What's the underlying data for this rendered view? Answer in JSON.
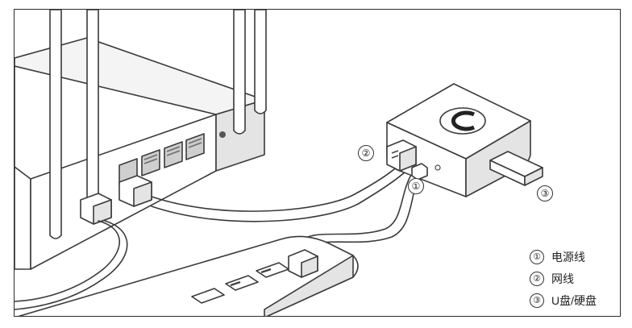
{
  "callouts": [
    {
      "num": "①"
    },
    {
      "num": "②"
    },
    {
      "num": "③"
    }
  ],
  "legend": [
    {
      "num": "①",
      "label": "电源线"
    },
    {
      "num": "②",
      "label": "网线"
    },
    {
      "num": "③",
      "label": "U盘/硬盘"
    }
  ]
}
